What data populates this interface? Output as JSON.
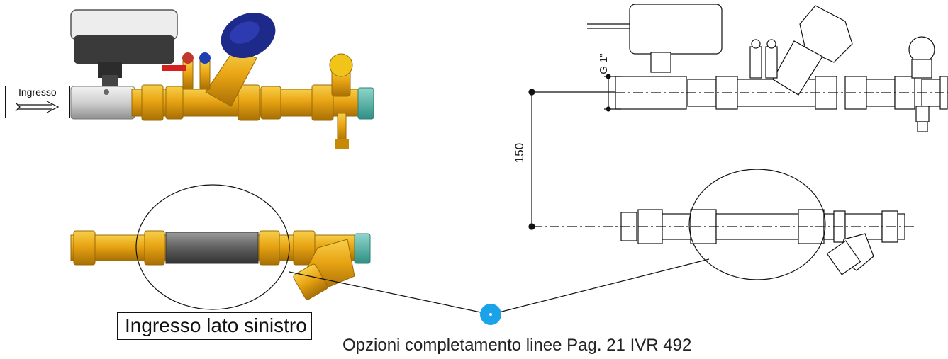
{
  "labels": {
    "inlet": "Ingresso",
    "inlet_left_side": "Ingresso lato sinistro",
    "caption": "Opzioni completamento linee Pag. 21 IVR 492",
    "dimension": "150",
    "thread": "G 1\""
  },
  "colors": {
    "brass": "#e8a413",
    "brass_dark": "#b07a06",
    "actuator_body": "#3a3a3a",
    "actuator_cover": "#e9e9e9",
    "handwheel": "#1e2a8a",
    "teal_end": "#4fb3a8",
    "grey_pipe": "#6f6f6f",
    "silver_valve": "#d4d4d4",
    "callout_dot": "#1aa3e8",
    "line": "#111111"
  }
}
